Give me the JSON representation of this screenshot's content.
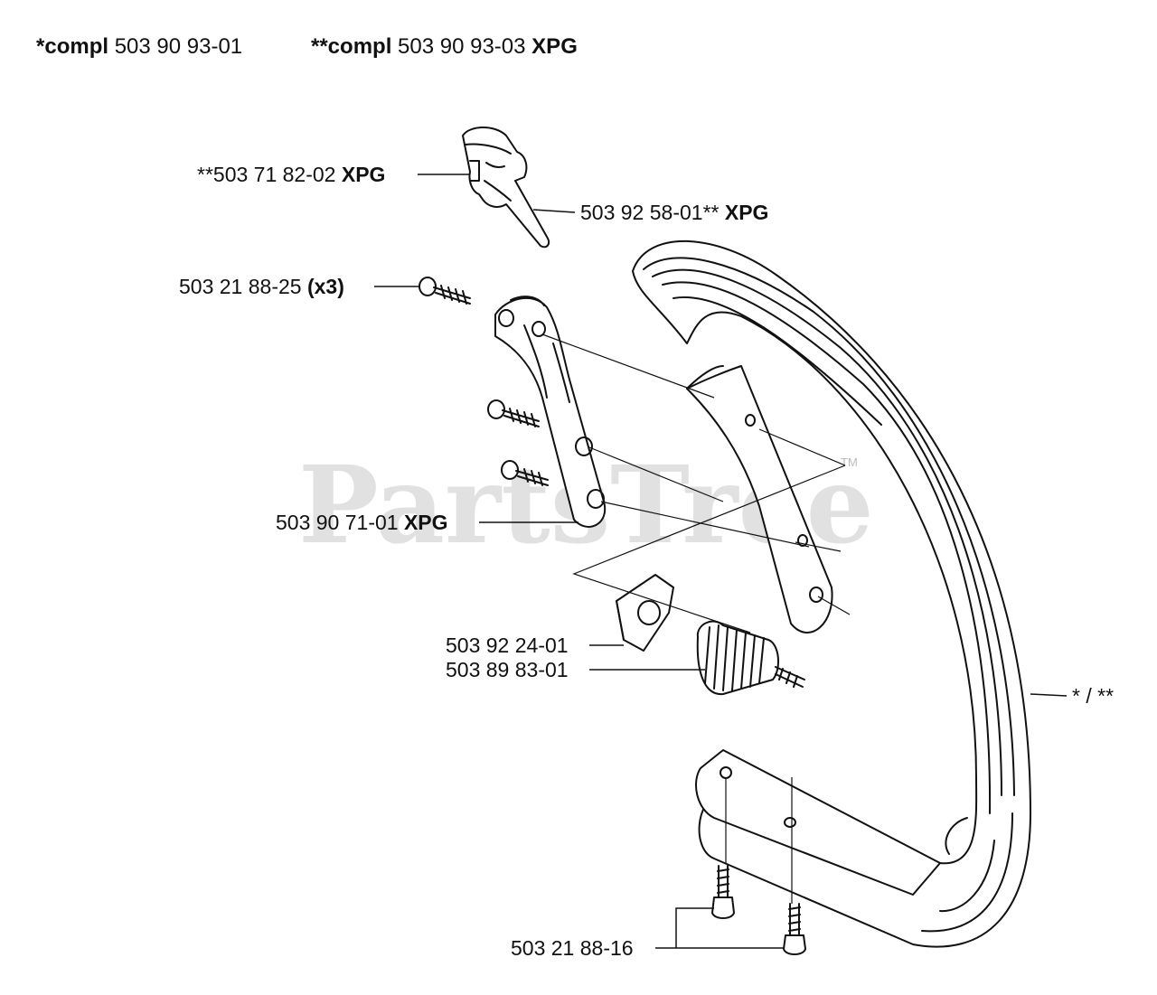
{
  "header": {
    "left": {
      "prefix": "*compl",
      "number": "503 90 93-01"
    },
    "right": {
      "prefix": "**compl",
      "number": "503 90 93-03",
      "suffix": "XPG"
    }
  },
  "parts": [
    {
      "id": "p1",
      "number": "**503 71 82-02",
      "suffix": "XPG"
    },
    {
      "id": "p2",
      "number": "503 92 58-01**",
      "suffix": "XPG"
    },
    {
      "id": "p3",
      "number": "503 21 88-25",
      "suffix": "(x3)"
    },
    {
      "id": "p4",
      "number": "503 90 71-01",
      "suffix": "XPG"
    },
    {
      "id": "p5",
      "number": "503 92 24-01",
      "suffix": ""
    },
    {
      "id": "p6",
      "number": "503 89 83-01",
      "suffix": ""
    },
    {
      "id": "p7",
      "number": "* / **",
      "suffix": ""
    },
    {
      "id": "p8",
      "number": "503 21 88-16",
      "suffix": ""
    }
  ],
  "watermark": {
    "text": "PartsTree",
    "tm": "TM"
  }
}
